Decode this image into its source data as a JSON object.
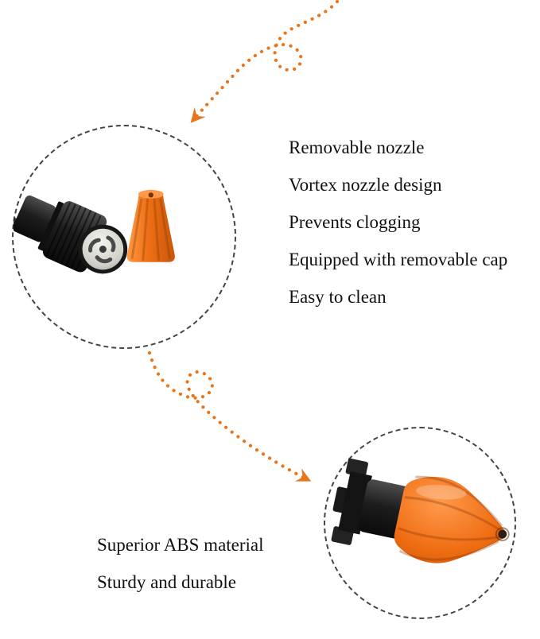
{
  "page": {
    "background": "#ffffff"
  },
  "colors": {
    "accent": "#E8751A",
    "orange-light": "#FF9A45",
    "orange-dark": "#C9560B",
    "part-black": "#1e1e1e",
    "text": "#111111",
    "circle-dash": "#444444"
  },
  "callout_top": {
    "features": [
      "Removable nozzle",
      "Vortex nozzle design",
      "Prevents clogging",
      "Equipped with removable cap",
      "Easy to clean"
    ]
  },
  "callout_bottom": {
    "features": [
      "Superior ABS material",
      "Sturdy and durable"
    ]
  },
  "icons": {
    "top_arrow": "dotted-curly-arrow",
    "middle_arrow": "dotted-curly-arrow",
    "left_photo": "nozzle-disassembled-photo",
    "right_photo": "nozzle-assembled-photo"
  }
}
